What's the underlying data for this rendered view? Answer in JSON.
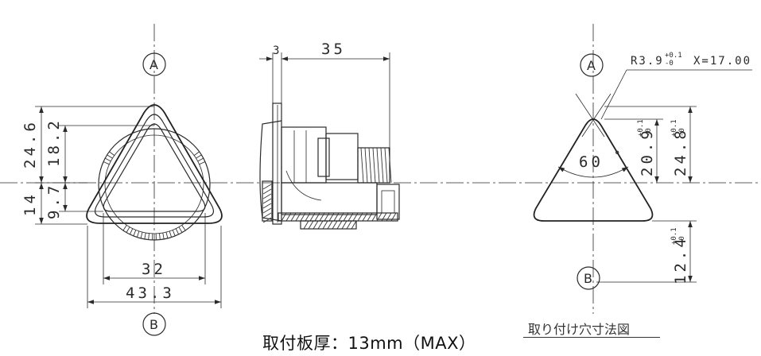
{
  "front_view": {
    "datum_top": "A",
    "datum_bottom": "B",
    "dim_height_upper": "24.6",
    "dim_window_upper": "18.2",
    "dim_height_lower": "14",
    "dim_window_lower": "9.7",
    "dim_window_width": "32",
    "dim_overall_width": "43.3"
  },
  "side_view": {
    "dim_panel": "3",
    "dim_depth": "35"
  },
  "cutout": {
    "datum_top": "A",
    "datum_bottom": "B",
    "radius_note": "R3.9",
    "radius_tol_plus": "+0.1",
    "radius_tol_minus": "-0",
    "x_note": "X=17.00",
    "angle": "60",
    "angle_unit": "°",
    "dim_upper_inner": "20.9",
    "dim_upper_inner_tol_plus": "+0.1",
    "dim_upper_inner_tol_minus": "-0",
    "dim_upper_outer": "24.8",
    "dim_upper_outer_tol_plus": "+0.1",
    "dim_upper_outer_tol_minus": "-0",
    "dim_lower": "12.4",
    "dim_lower_tol_plus": "+0.1",
    "dim_lower_tol_minus": "-0"
  },
  "notes": {
    "plate_thickness": "取付板厚：13mm（MAX）",
    "cutout_title": "取り付け穴寸法図"
  }
}
